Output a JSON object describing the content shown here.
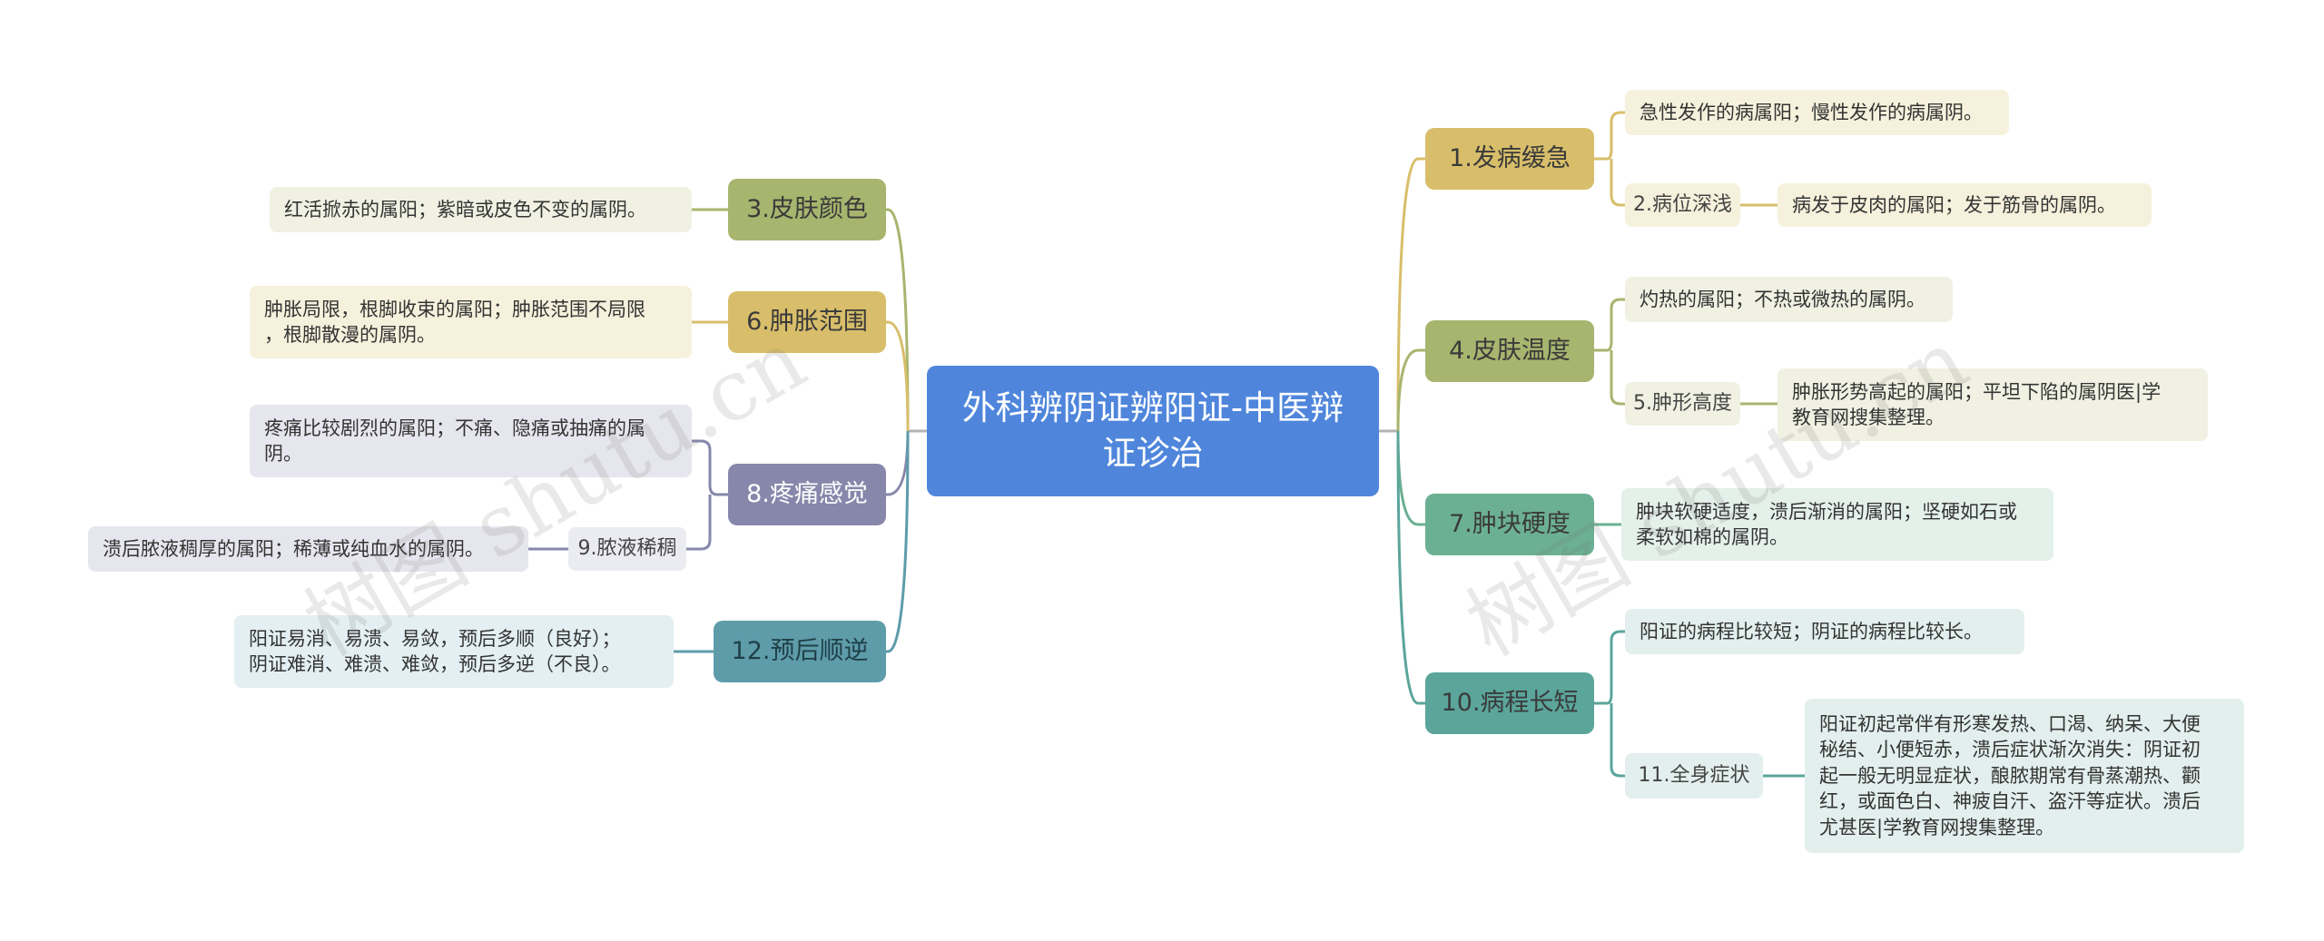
{
  "root": {
    "title": "外科辨阴证辨阳证-中医辩证诊治"
  },
  "right": {
    "n1": {
      "label": "1.发病缓急",
      "leaf": "急性发作的病属阳；慢性发作的病属阴。",
      "sub2": {
        "label": "2.病位深浅",
        "leaf": "病发于皮肉的属阳；发于筋骨的属阴。"
      }
    },
    "n4": {
      "label": "4.皮肤温度",
      "leaf": "灼热的属阳；不热或微热的属阴。",
      "sub5": {
        "label": "5.肿形高度",
        "leaf_line1": "肿胀形势高起的属阳；平坦下陷的属阴医|学",
        "leaf_line2": "教育网搜集整理。"
      }
    },
    "n7": {
      "label": "7.肿块硬度",
      "leaf_line1": "肿块软硬适度，溃后渐消的属阳；坚硬如石或",
      "leaf_line2": "柔软如棉的属阴。"
    },
    "n10": {
      "label": "10.病程长短",
      "leaf": "阳证的病程比较短；阴证的病程比较长。",
      "sub11": {
        "label": "11.全身症状",
        "leaf_lines": [
          "阳证初起常伴有形寒发热、口渴、纳呆、大便",
          "秘结、小便短赤，溃后症状渐次消失：阴证初",
          "起一般无明显症状，酿脓期常有骨蒸潮热、颧",
          "红，或面色白、神疲自汗、盗汗等症状。溃后",
          "尤甚医|学教育网搜集整理。"
        ]
      }
    }
  },
  "left": {
    "n3": {
      "label": "3.皮肤颜色",
      "leaf": "红活掀赤的属阳；紫暗或皮色不变的属阴。"
    },
    "n6": {
      "label": "6.肿胀范围",
      "leaf_line1": "肿胀局限，根脚收束的属阳；肿胀范围不局限",
      "leaf_line2": "，根脚散漫的属阴。"
    },
    "n8": {
      "label": "8.疼痛感觉",
      "leaf_line1": "疼痛比较剧烈的属阳；不痛、隐痛或抽痛的属",
      "leaf_line2": "阴。",
      "sub9": {
        "label": "9.脓液稀稠",
        "leaf": "溃后脓液稠厚的属阳；稀薄或纯血水的属阴。"
      }
    },
    "n12": {
      "label": "12.预后顺逆",
      "leaf_line1": "阳证易消、易溃、易敛，预后多顺（良好）；",
      "leaf_line2": "阴证难消、难溃、难敛，预后多逆（不良）。"
    }
  },
  "watermark": {
    "left": "树图 shutu.cn",
    "right": "树图 shutu.cn"
  },
  "colors": {
    "root": "#4f86dc",
    "yellow": "#d8be6a",
    "olive": "#a7b56e",
    "teal": "#6cb093",
    "green": "#5ba59b",
    "purple": "#8787ab",
    "cyan": "#5e9caa"
  }
}
